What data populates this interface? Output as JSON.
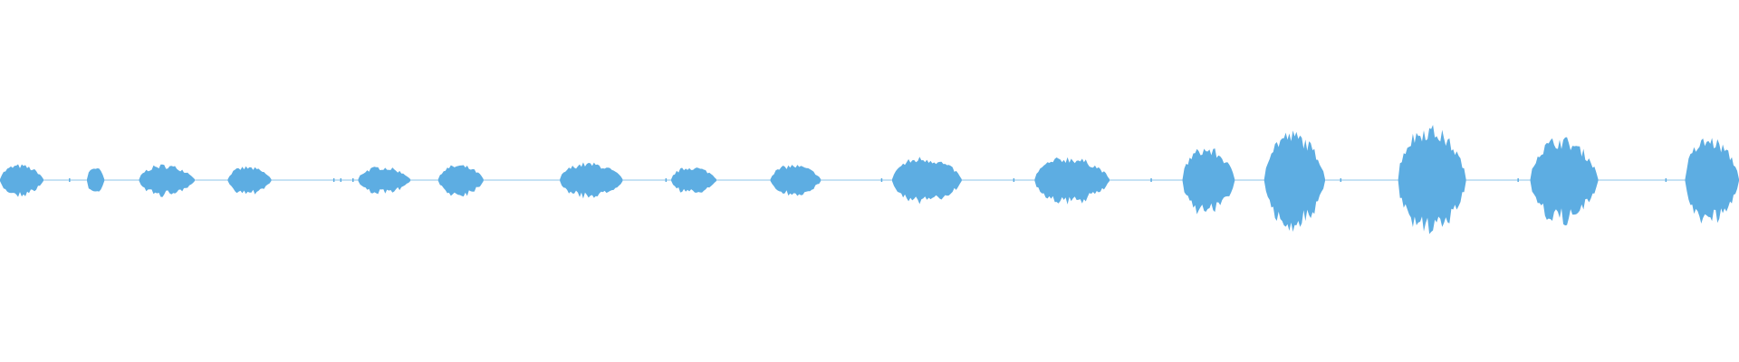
{
  "waveform": {
    "color": "#5dade2",
    "baseline_color": "#8cc4ea",
    "bursts": [
      {
        "start": 0.0,
        "end": 0.025,
        "amplitude": 0.08
      },
      {
        "start": 0.05,
        "end": 0.06,
        "amplitude": 0.07
      },
      {
        "start": 0.08,
        "end": 0.112,
        "amplitude": 0.08
      },
      {
        "start": 0.131,
        "end": 0.156,
        "amplitude": 0.07
      },
      {
        "start": 0.206,
        "end": 0.236,
        "amplitude": 0.07
      },
      {
        "start": 0.252,
        "end": 0.278,
        "amplitude": 0.08
      },
      {
        "start": 0.322,
        "end": 0.358,
        "amplitude": 0.09
      },
      {
        "start": 0.386,
        "end": 0.412,
        "amplitude": 0.07
      },
      {
        "start": 0.443,
        "end": 0.472,
        "amplitude": 0.08
      },
      {
        "start": 0.513,
        "end": 0.553,
        "amplitude": 0.12
      },
      {
        "start": 0.595,
        "end": 0.638,
        "amplitude": 0.12
      },
      {
        "start": 0.68,
        "end": 0.71,
        "amplitude": 0.17
      },
      {
        "start": 0.727,
        "end": 0.762,
        "amplitude": 0.25
      },
      {
        "start": 0.804,
        "end": 0.843,
        "amplitude": 0.28
      },
      {
        "start": 0.88,
        "end": 0.919,
        "amplitude": 0.22
      },
      {
        "start": 0.969,
        "end": 1.0,
        "amplitude": 0.22
      }
    ],
    "noise_ticks": [
      0.04,
      0.192,
      0.196,
      0.203,
      0.383,
      0.507,
      0.583,
      0.662,
      0.771,
      0.873,
      0.958
    ]
  }
}
